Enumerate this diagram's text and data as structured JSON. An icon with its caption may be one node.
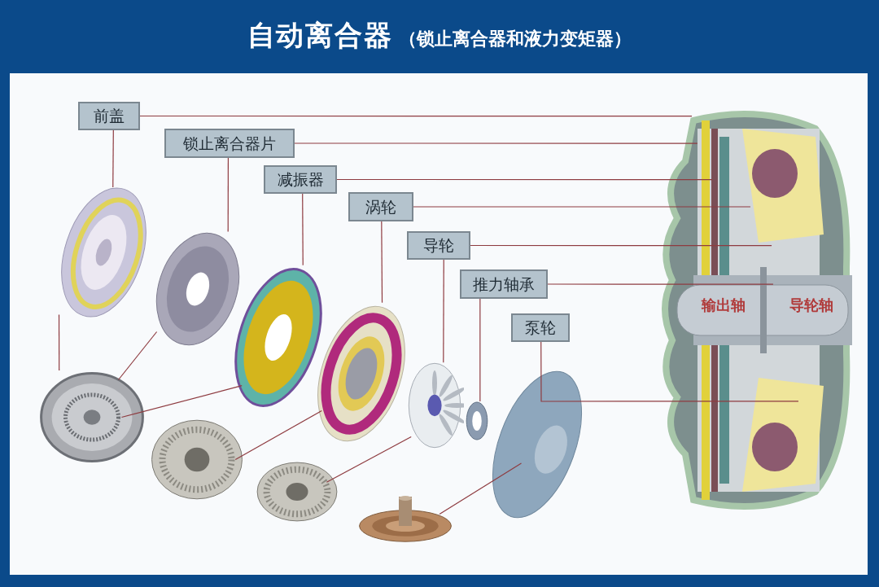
{
  "diagram": {
    "title": "自动离合器",
    "nodes": [
      {
        "text": [
          "前盖"
        ]
      },
      {
        "text": [
          "锁止离合器片"
        ]
      },
      {
        "text": [
          "减振器"
        ]
      },
      {
        "text": [
          "涡轮"
        ]
      },
      {
        "text": [
          "导轮"
        ]
      },
      {
        "text": [
          "推力轴承"
        ]
      },
      {
        "text": [
          "泵轮"
        ]
      },
      {
        "text": [],
        "shape": "picture"
      },
      {
        "text": [],
        "shape": "picture"
      },
      {
        "text": [],
        "shape": "picture"
      },
      {
        "text": [],
        "shape": "picture"
      },
      {
        "text": [],
        "shape": "picture"
      },
      {
        "text": [],
        "shape": "picture"
      },
      {
        "text": [],
        "shape": "picture"
      },
      {
        "text": [],
        "shape": "picture"
      },
      {
        "text": [],
        "shape": "picture"
      },
      {
        "text": [],
        "shape": "picture"
      },
      {
        "text": [],
        "shape": "picture"
      },
      {
        "text": [],
        "shape": "picture"
      }
    ],
    "edges": [
      {
        "from": 0,
        "to": 7,
        "arrow": "none"
      },
      {
        "from": 0,
        "to": 18,
        "arrow": "none"
      },
      {
        "from": 1,
        "to": 8,
        "arrow": "none"
      },
      {
        "from": 1,
        "to": 18,
        "arrow": "none"
      },
      {
        "from": 2,
        "to": 9,
        "arrow": "none"
      },
      {
        "from": 2,
        "to": 18,
        "arrow": "none"
      },
      {
        "from": 3,
        "to": 10,
        "arrow": "none"
      },
      {
        "from": 3,
        "to": 18,
        "arrow": "none"
      },
      {
        "from": 4,
        "to": 11,
        "arrow": "none"
      },
      {
        "from": 4,
        "to": 18,
        "arrow": "none"
      },
      {
        "from": 5,
        "to": 12,
        "arrow": "none"
      },
      {
        "from": 5,
        "to": 18,
        "arrow": "none"
      },
      {
        "from": 6,
        "to": 18,
        "arrow": "none"
      },
      {
        "from": 7,
        "to": 14,
        "arrow": "none"
      },
      {
        "from": 8,
        "to": 14,
        "arrow": "none"
      },
      {
        "from": 9,
        "to": 14,
        "arrow": "none"
      },
      {
        "from": 10,
        "to": 15,
        "arrow": "none"
      },
      {
        "from": 11,
        "to": 16,
        "arrow": "none"
      },
      {
        "from": 13,
        "to": 17,
        "arrow": "none"
      }
    ],
    "labels": [
      "（锁止离合器和液力变矩器）",
      "输出轴",
      "导轮轴"
    ]
  }
}
